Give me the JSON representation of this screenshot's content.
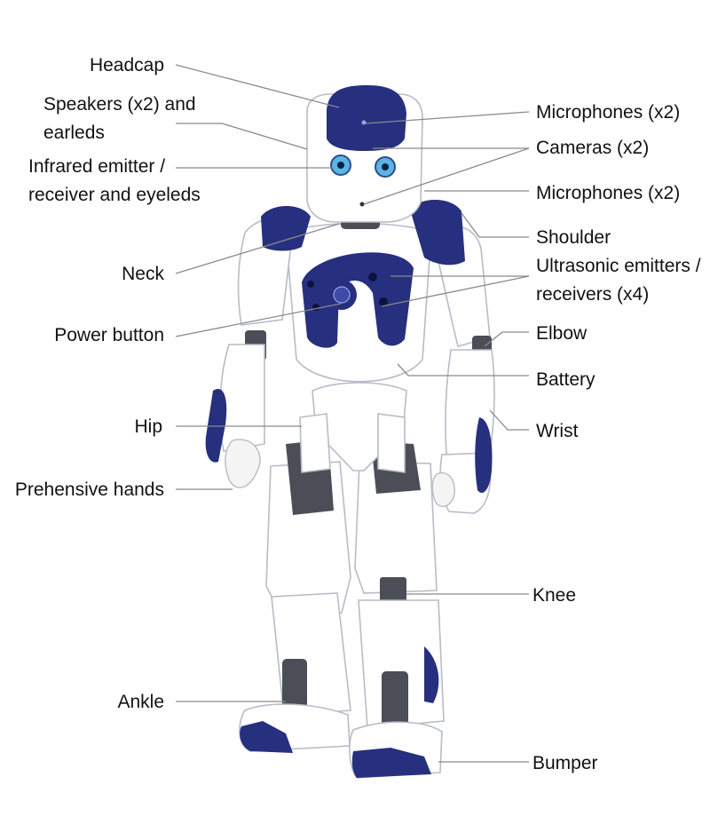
{
  "colors": {
    "shell": "#ffffff",
    "accent_blue": "#26307f",
    "joint_gray": "#4b4e57",
    "leader_line": "#8a8a8a",
    "label_text": "#111111"
  },
  "labels": {
    "left": [
      {
        "key": "headcap",
        "lines": [
          "Headcap"
        ]
      },
      {
        "key": "speakers",
        "lines": [
          "Speakers (x2) and",
          "earleds"
        ]
      },
      {
        "key": "infrared",
        "lines": [
          "Infrared emitter /",
          "receiver and eyeleds"
        ]
      },
      {
        "key": "neck",
        "lines": [
          "Neck"
        ]
      },
      {
        "key": "power-button",
        "lines": [
          "Power button"
        ]
      },
      {
        "key": "hip",
        "lines": [
          "Hip"
        ]
      },
      {
        "key": "prehensive-hands",
        "lines": [
          "Prehensive hands"
        ]
      },
      {
        "key": "ankle",
        "lines": [
          "Ankle"
        ]
      }
    ],
    "right": [
      {
        "key": "microphones-top",
        "lines": [
          "Microphones (x2)"
        ]
      },
      {
        "key": "cameras",
        "lines": [
          "Cameras (x2)"
        ]
      },
      {
        "key": "microphones-side",
        "lines": [
          "Microphones (x2)"
        ]
      },
      {
        "key": "shoulder",
        "lines": [
          "Shoulder"
        ]
      },
      {
        "key": "ultrasonic",
        "lines": [
          "Ultrasonic emitters /",
          "receivers (x4)"
        ]
      },
      {
        "key": "elbow",
        "lines": [
          "Elbow"
        ]
      },
      {
        "key": "battery",
        "lines": [
          "Battery"
        ]
      },
      {
        "key": "wrist",
        "lines": [
          "Wrist"
        ]
      },
      {
        "key": "knee",
        "lines": [
          "Knee"
        ]
      },
      {
        "key": "bumper",
        "lines": [
          "Bumper"
        ]
      }
    ]
  }
}
